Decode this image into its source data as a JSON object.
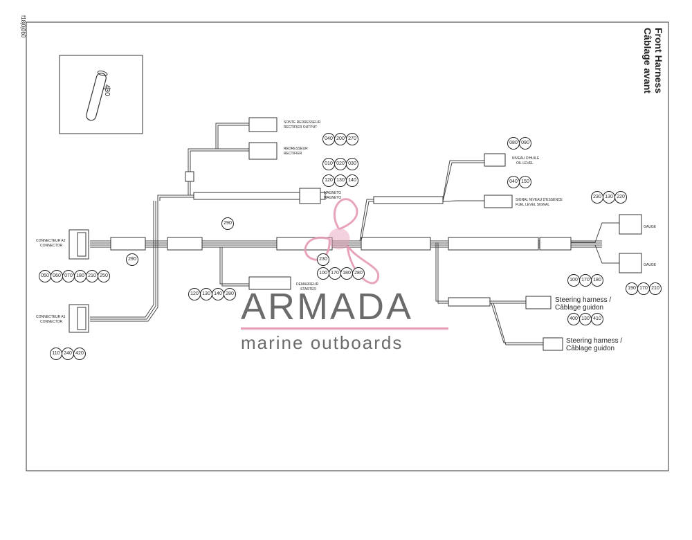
{
  "doc_code": "f18j0j0b0",
  "title": {
    "en": "Front Harness",
    "fr": "Câblage avant"
  },
  "inset": {
    "part": "430"
  },
  "connector_a": {
    "label_fr": "CONNECTEUR A2",
    "label_en": "CONNECTOR",
    "callouts": [
      "050",
      "060",
      "070",
      "180",
      "210",
      "250"
    ]
  },
  "connector_b": {
    "label_fr": "CONNECTEUR A1",
    "label_en": "CONNECTOR",
    "callouts": [
      "110",
      "240",
      "420"
    ]
  },
  "clip_290": "290",
  "sonde_upper": {
    "label_fr": "SONTE REDRESSEUR",
    "label_en": "RECTIFIER OUTPUT",
    "callouts": [
      "040",
      "200",
      "270"
    ]
  },
  "sonde_lower": {
    "label_fr": "REDRESSEUR",
    "label_en": "RECTIFIER",
    "callouts": [
      "010",
      "020",
      "030"
    ]
  },
  "magneto": {
    "label_fr": "MAGNETO",
    "label_en": "MAGNETO",
    "callouts": [
      "120",
      "130",
      "140"
    ]
  },
  "oil": {
    "label_fr": "NIVEAU D'HUILE",
    "label_en": "OIL LEVEL",
    "callouts": [
      "080",
      "090"
    ]
  },
  "fuel": {
    "label_fr": "SIGNAL NIVEAU D'ESSENCE",
    "label_en": "FUEL LEVEL SIGNAL",
    "callouts": [
      "040",
      "150"
    ]
  },
  "ground": {
    "label_fr": "DEMARREUR",
    "label_en": "STARTER",
    "callouts_top": [
      "100",
      "170",
      "180",
      "280"
    ],
    "callouts_left": [
      "120",
      "130",
      "140",
      "280"
    ],
    "callouts_single": "230"
  },
  "gauge_top": {
    "label": "GAUGE",
    "callouts": [
      "230",
      "130",
      "220"
    ]
  },
  "gauge_bottom": {
    "label": "GAUGE",
    "callouts": [
      "190",
      "170",
      "210"
    ]
  },
  "steering_1": {
    "label_en": "Steering harness /",
    "label_fr": "Câblage guidon",
    "callouts": [
      "100",
      "170",
      "180"
    ]
  },
  "steering_2": {
    "label_en": "Steering harness /",
    "label_fr": "Câblage guidon",
    "callouts": [
      "400",
      "130",
      "410"
    ]
  },
  "watermark": {
    "title": "ARMADA",
    "subtitle": "marine outboards"
  },
  "colors": {
    "line": "#333333",
    "watermark_pink": "#e69ab5",
    "watermark_grey": "#6b6b6b"
  }
}
